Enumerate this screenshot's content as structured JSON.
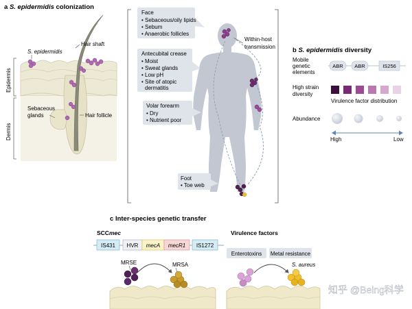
{
  "panel_a": {
    "letter": "a",
    "title_prefix": "",
    "title_species": "S. epidermidis",
    "title_suffix": " colonization",
    "hair_shaft": "Hair shaft",
    "s_epi": "S. epidermidis",
    "epidermis": "Epidermis",
    "dermis": "Dermis",
    "sebaceous": [
      "Sebaceous",
      "glands"
    ],
    "hair_follicle": "Hair follicle"
  },
  "body_map": {
    "face": {
      "title": "Face",
      "items": [
        "Sebaceous/oily lipids",
        "Sebum",
        "Anaerobic follicles"
      ]
    },
    "antecubital": {
      "title": "Antecubital crease",
      "items": [
        "Moist",
        "Sweat glands",
        "Low pH",
        "Site of atopic",
        "dermatitis"
      ]
    },
    "volar": {
      "title": "Volar forearm",
      "items": [
        "Dry",
        "Nutrient poor"
      ]
    },
    "foot": {
      "title": "Foot",
      "items": [
        "Toe web"
      ]
    },
    "transmission": [
      "Within-host",
      "transmission"
    ]
  },
  "panel_b": {
    "letter": "b",
    "title_species": "S. epidermidis",
    "title_suffix": " diversity",
    "mobile_label": [
      "Mobile",
      "genetic",
      "elements"
    ],
    "elements": [
      "ABR",
      "ABR",
      "IS256"
    ],
    "strain_label": [
      "High strain",
      "diversity"
    ],
    "strain_colors": [
      "#3b0f3b",
      "#7a2a72",
      "#9c4a93",
      "#b978b0",
      "#d4a8cd",
      "#ead2e6"
    ],
    "virulence_label": "Virulence factor distribution",
    "abundance_label": "Abundance",
    "high": "High",
    "low": "Low"
  },
  "panel_c": {
    "letter": "c",
    "title": "Inter-species genetic transfer",
    "scc_title_a": "SCC",
    "scc_title_b": "mec",
    "cassette": [
      "IS431",
      "HVR",
      "mecA",
      "mecR1",
      "IS1272"
    ],
    "mrse": "MRSE",
    "mrsa": "MRSA",
    "virulence_title": "Virulence factors",
    "enterotoxins": "Enterotoxins",
    "metal": "Metal resistance",
    "s_aureus": "S. aureus"
  },
  "watermark": "知乎 @Being科学",
  "colors": {
    "purple_dark": "#5b2a6e",
    "purple": "#a35ba3",
    "purple_light": "#d9a3d6",
    "gold": "#c99a2e",
    "gold_light": "#f2c02c",
    "callout_bg": "#dfe3ea",
    "body": "#c3c7d1",
    "skin": "#f0eee0"
  }
}
